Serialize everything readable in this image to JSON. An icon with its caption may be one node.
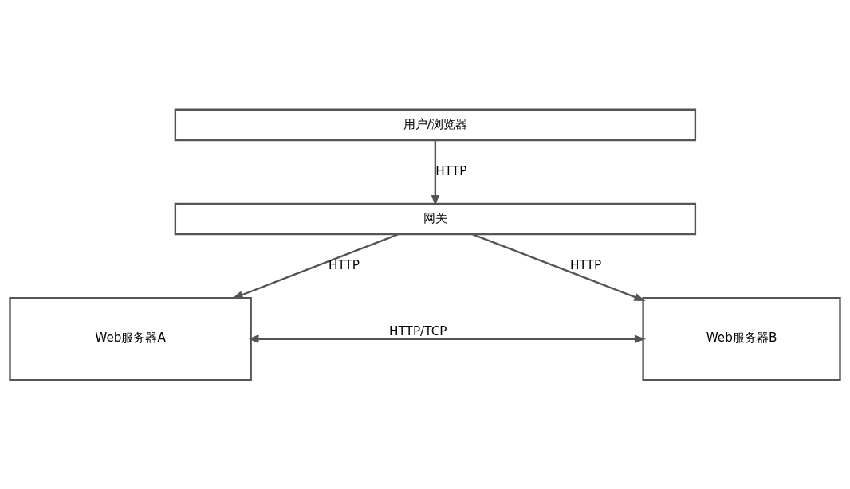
{
  "diagram": {
    "nodes": [
      {
        "text": [
          "用户/浏览器"
        ]
      },
      {
        "text": [
          "网关"
        ]
      },
      {
        "text": [
          "Web服务器A"
        ]
      },
      {
        "text": [
          "Web服务器B"
        ]
      }
    ],
    "edges": [
      {
        "from": 0,
        "to": 1,
        "arrow": "to",
        "label": "HTTP"
      },
      {
        "from": 1,
        "to": 2,
        "arrow": "to",
        "label": "HTTP"
      },
      {
        "from": 1,
        "to": 3,
        "arrow": "to",
        "label": "HTTP"
      },
      {
        "from": 2,
        "to": 3,
        "arrow": "both",
        "label": "HTTP/TCP"
      }
    ]
  }
}
